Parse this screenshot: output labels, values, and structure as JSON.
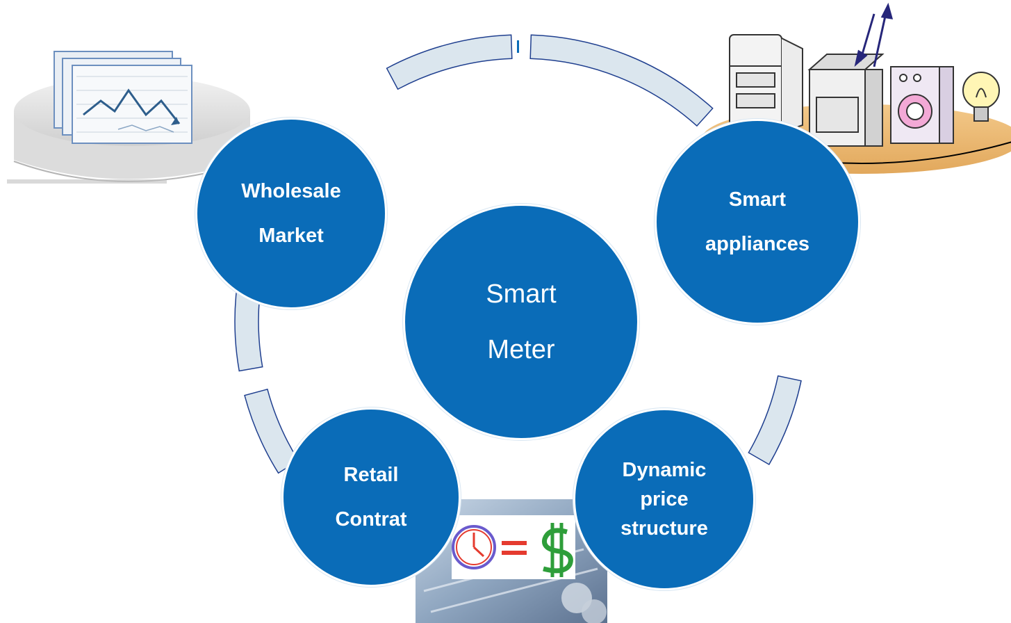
{
  "diagram": {
    "center": {
      "lines": [
        "Smart",
        "Meter"
      ]
    },
    "nodes": [
      {
        "id": "wholesale",
        "lines": [
          "Wholesale",
          "Market"
        ]
      },
      {
        "id": "smart-appliances",
        "lines": [
          "Smart",
          "appliances"
        ]
      },
      {
        "id": "dynamic-price",
        "lines": [
          "Dynamic",
          "price",
          "structure"
        ]
      },
      {
        "id": "retail",
        "lines": [
          "Retail",
          "Contrat"
        ]
      }
    ]
  },
  "colors": {
    "node_fill": "#0a6cb8",
    "ring_fill": "#dbe6ee",
    "ring_stroke": "#1f3f8f",
    "white": "#ffffff"
  },
  "illustrations": [
    {
      "name": "stock-chart-pedestal-icon"
    },
    {
      "name": "household-appliances-icon"
    },
    {
      "name": "time-equals-money-icon"
    }
  ]
}
